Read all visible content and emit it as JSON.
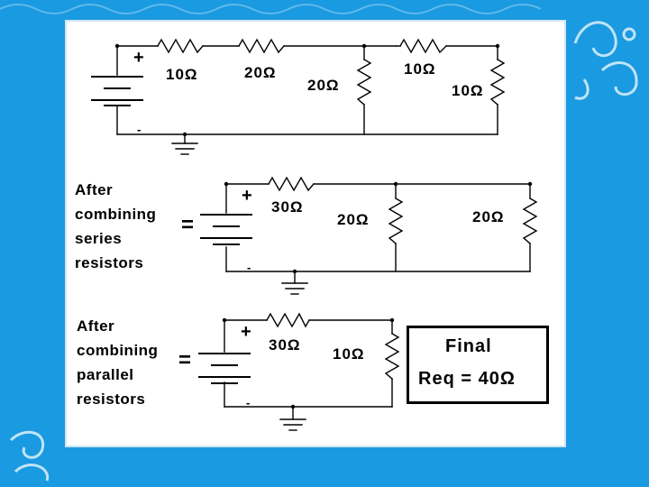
{
  "colors": {
    "background": "#1a9ae0",
    "panel": "#ffffff",
    "ink": "#000000",
    "deco": "#bfe3f7"
  },
  "circuit1": {
    "plus": "+",
    "minus": "-",
    "r1": "10Ω",
    "r2": "20Ω",
    "r3": "20Ω",
    "r4": "10Ω",
    "r5": "10Ω"
  },
  "circuit2": {
    "caption": [
      "After",
      "combining",
      "series",
      "resistors"
    ],
    "equals": "=",
    "plus": "+",
    "minus": "-",
    "r1": "30Ω",
    "r2": "20Ω",
    "r3": "20Ω"
  },
  "circuit3": {
    "caption": [
      "After",
      "combining",
      "parallel",
      "resistors"
    ],
    "equals": "=",
    "plus": "+",
    "minus": "-",
    "r1": "30Ω",
    "r2": "10Ω"
  },
  "final": {
    "title": "Final",
    "req": "Req = 40Ω"
  }
}
